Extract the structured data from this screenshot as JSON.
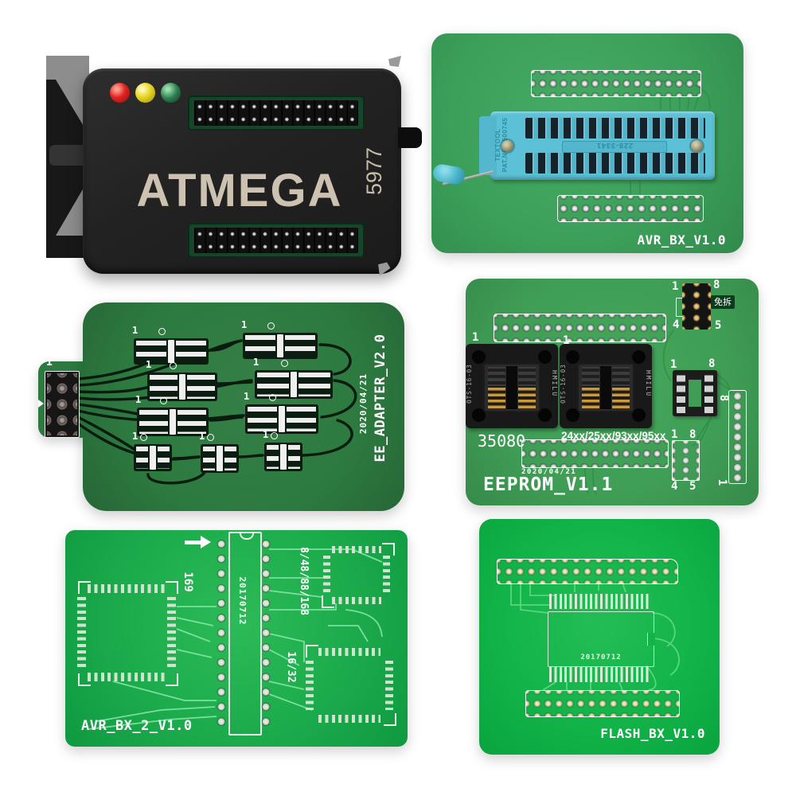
{
  "scene": {
    "description": "Product photo: ATMEGA chip programmer with five green PCB adapter boards on white background",
    "background": "#ffffff"
  },
  "colors": {
    "programmer_body": "#232323",
    "programmer_text": "#cdc2b1",
    "led_red": "#e32222",
    "led_yellow": "#e5d41f",
    "led_green": "#2e7c4d",
    "board_green_dark": "#2d7a40",
    "board_green_mid": "#3f9d55",
    "board_green_avrbx": "#3ca05a",
    "board_green_bright": "#1cab4c",
    "board_green_flash": "#12b449",
    "zif_blue": "#5cc0d6",
    "silkscreen": "#ffffff"
  },
  "programmer": {
    "label": "ATMEGA",
    "serial": "5977",
    "leds": [
      "red",
      "yellow",
      "green"
    ]
  },
  "avr_bx": {
    "label": "AVR_BX_V1.0",
    "zif_brand": "TEXTOOL",
    "zif_patno": "PAT.NO 3500745",
    "zif_model": "228-3341"
  },
  "ee_adapter": {
    "label": "EE_ADAPTER_V2.0",
    "date": "2020/04/21",
    "pin1": "1"
  },
  "eeprom": {
    "label": "EEPROM_V1.1",
    "date": "2020/04/21",
    "badge": "免拆",
    "socket_left_label": "35080",
    "socket_right_label": "24xx/25xx/93xx/95xx",
    "socket_model": "OTS-16-03",
    "socket_brand": "HMILU",
    "pin1": "1",
    "pin4": "4",
    "pin5": "5",
    "pin8": "8"
  },
  "avr_bx_2": {
    "label": "AVR_BX_2_V1.0",
    "date": "20170712",
    "chip_169": "169",
    "chip_mega": "8/48/88/168",
    "chip_1632": "16/32"
  },
  "flash_bx": {
    "label": "FLASH_BX_V1.0",
    "date": "20170712"
  }
}
